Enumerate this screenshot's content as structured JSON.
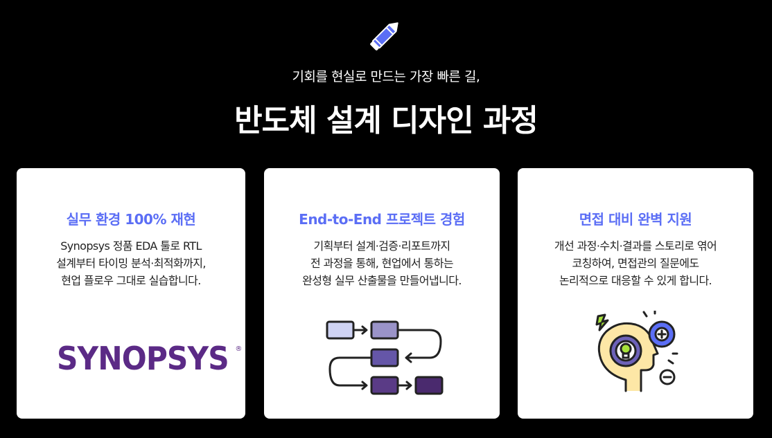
{
  "header": {
    "subtitle": "기회를 현실로 만드는 가장 빠른 길,",
    "title": "반도체 설계 디자인 과정"
  },
  "colors": {
    "accent": "#5b6ef5",
    "background": "#000000",
    "card": "#ffffff",
    "synopsys_purple": "#5b2a86"
  },
  "icons": {
    "header": "pencil-icon",
    "card2": "process-flow-icon",
    "card3": "idea-head-icon"
  },
  "cards": [
    {
      "title": "실무 환경 100% 재현",
      "lines": [
        "Synopsys 정품 EDA 툴로 RTL",
        "설계부터 타이밍 분석·최적화까지,",
        "현업 플로우 그대로 실습합니다."
      ],
      "logo_text": "SYNOPSYS",
      "logo_mark": "®"
    },
    {
      "title": "End-to-End 프로젝트 경험",
      "lines": [
        "기획부터 설계·검증·리포트까지",
        "전 과정을 통해, 현업에서 통하는",
        "완성형 실무 산출물을 만들어냅니다."
      ]
    },
    {
      "title": "면접 대비 완벽 지원",
      "lines": [
        "개선 과정·수치·결과를 스토리로 엮어",
        "코칭하여, 면접관의 질문에도",
        "논리적으로 대응할 수 있게 합니다."
      ]
    }
  ]
}
